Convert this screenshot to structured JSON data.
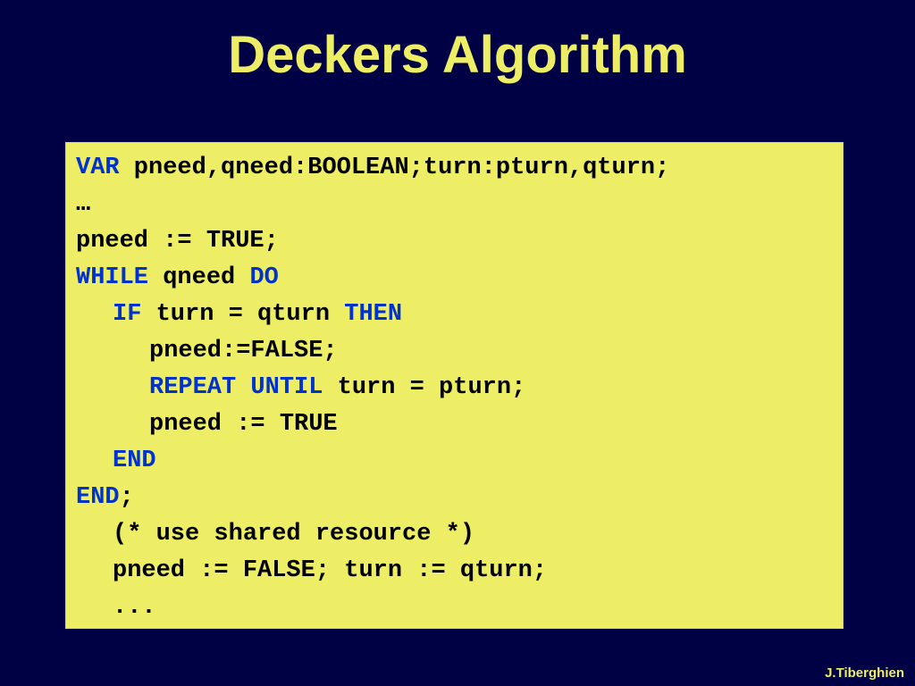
{
  "slide": {
    "title": "Deckers Algorithm",
    "author": "J.Tiberghien"
  },
  "code": {
    "line1": {
      "kw": "VAR",
      "text": " pneed,qneed:BOOLEAN;turn:pturn,qturn;"
    },
    "line2": {
      "text": "…"
    },
    "line3": {
      "text": "pneed := TRUE;"
    },
    "line4": {
      "kw1": "WHILE",
      "text": " qneed ",
      "kw2": "DO"
    },
    "line5": {
      "kw1": "IF",
      "text": " turn = qturn ",
      "kw2": "THEN"
    },
    "line6": {
      "text": "pneed:=FALSE;"
    },
    "line7": {
      "kw1": "REPEAT",
      "sep": " ",
      "kw2": "UNTIL",
      "text": " turn = pturn;"
    },
    "line8": {
      "text": "pneed := TRUE"
    },
    "line9": {
      "kw": "END"
    },
    "line10": {
      "kw": "END",
      "text": ";"
    },
    "line11": {
      "text": "(* use shared resource *)"
    },
    "line12": {
      "text": "pneed := FALSE; turn := qturn;"
    },
    "line13": {
      "text": "..."
    }
  },
  "colors": {
    "background": "#000044",
    "title": "#eeee66",
    "code_box": "#eeee66",
    "keyword": "#0033cc",
    "code_text": "#000000"
  }
}
